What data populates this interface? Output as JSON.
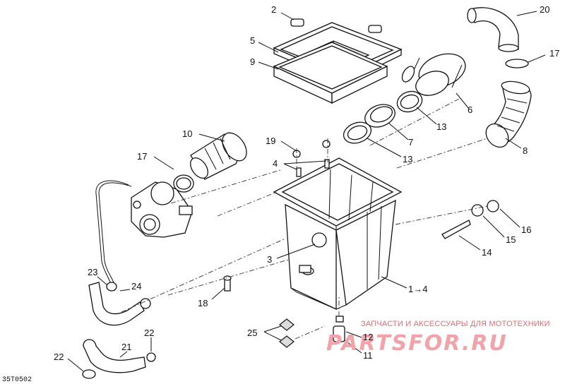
{
  "drawing_code": "35T0502",
  "watermark": {
    "caption": "ЗАПЧАСТИ И АКСЕССУАРЫ ДЛЯ МОТОТЕХНИКИ",
    "brand": "PARTSFOR.RU"
  },
  "callouts": [
    "2",
    "20",
    "5",
    "17",
    "9",
    "6",
    "13",
    "7",
    "10",
    "19",
    "13",
    "8",
    "17",
    "4",
    "3",
    "16",
    "15",
    "14",
    "1→4",
    "23",
    "24",
    "18",
    "22",
    "25",
    "12",
    "21",
    "22",
    "11"
  ]
}
